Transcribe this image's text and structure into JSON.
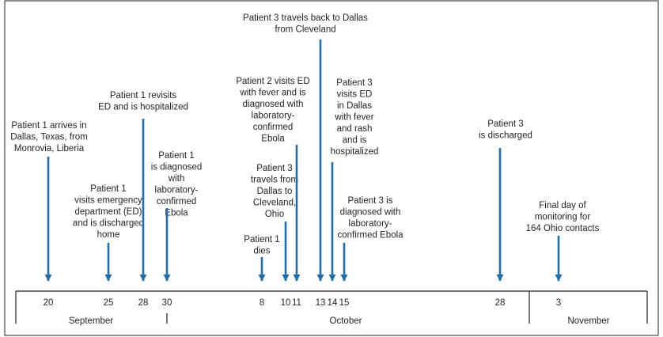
{
  "colors": {
    "arrow": "#1f6ea9",
    "frame": "#231f20",
    "text": "#231f20"
  },
  "timeline": {
    "months": [
      {
        "name": "September"
      },
      {
        "name": "October"
      },
      {
        "name": "November"
      }
    ],
    "days": [
      {
        "label": "20"
      },
      {
        "label": "25"
      },
      {
        "label": "28"
      },
      {
        "label": "30"
      },
      {
        "label": "8"
      },
      {
        "label": "10"
      },
      {
        "label": "11"
      },
      {
        "label": "13"
      },
      {
        "label": "14"
      },
      {
        "label": "15"
      },
      {
        "label": "28"
      },
      {
        "label": "3"
      }
    ]
  },
  "events": [
    {
      "lines": [
        "Patient 1 arrives in",
        "Dallas, Texas, from",
        "Monrovia, Liberia"
      ]
    },
    {
      "lines": [
        "Patient 1",
        "visits emergency",
        "department (ED)",
        "and is discharged",
        "home"
      ]
    },
    {
      "lines": [
        "Patient 1 revisits",
        "ED and is hospitalized"
      ]
    },
    {
      "lines": [
        "Patient 1",
        "is diagnosed",
        "with",
        "laboratory-",
        "confirmed",
        "Ebola"
      ]
    },
    {
      "lines": [
        "Patient 1",
        "dies"
      ]
    },
    {
      "lines": [
        "Patient 3",
        "travels from",
        "Dallas to",
        "Cleveland,",
        "Ohio"
      ]
    },
    {
      "lines": [
        "Patient 2 visits ED",
        "with fever and is",
        "diagnosed with",
        "laboratory-",
        "confirmed",
        "Ebola"
      ]
    },
    {
      "lines": [
        "Patient 3 travels back to Dallas",
        "from Cleveland"
      ]
    },
    {
      "lines": [
        "Patient 3",
        "visits ED",
        "in Dallas",
        "with fever",
        "and rash",
        "and is",
        "hospitalized"
      ]
    },
    {
      "lines": [
        "Patient 3 is",
        "diagnosed with",
        "laboratory-",
        "confirmed Ebola"
      ]
    },
    {
      "lines": [
        "Patient 3",
        "is discharged"
      ]
    },
    {
      "lines": [
        "Final day of",
        "monitoring for",
        "164 Ohio contacts"
      ]
    }
  ]
}
